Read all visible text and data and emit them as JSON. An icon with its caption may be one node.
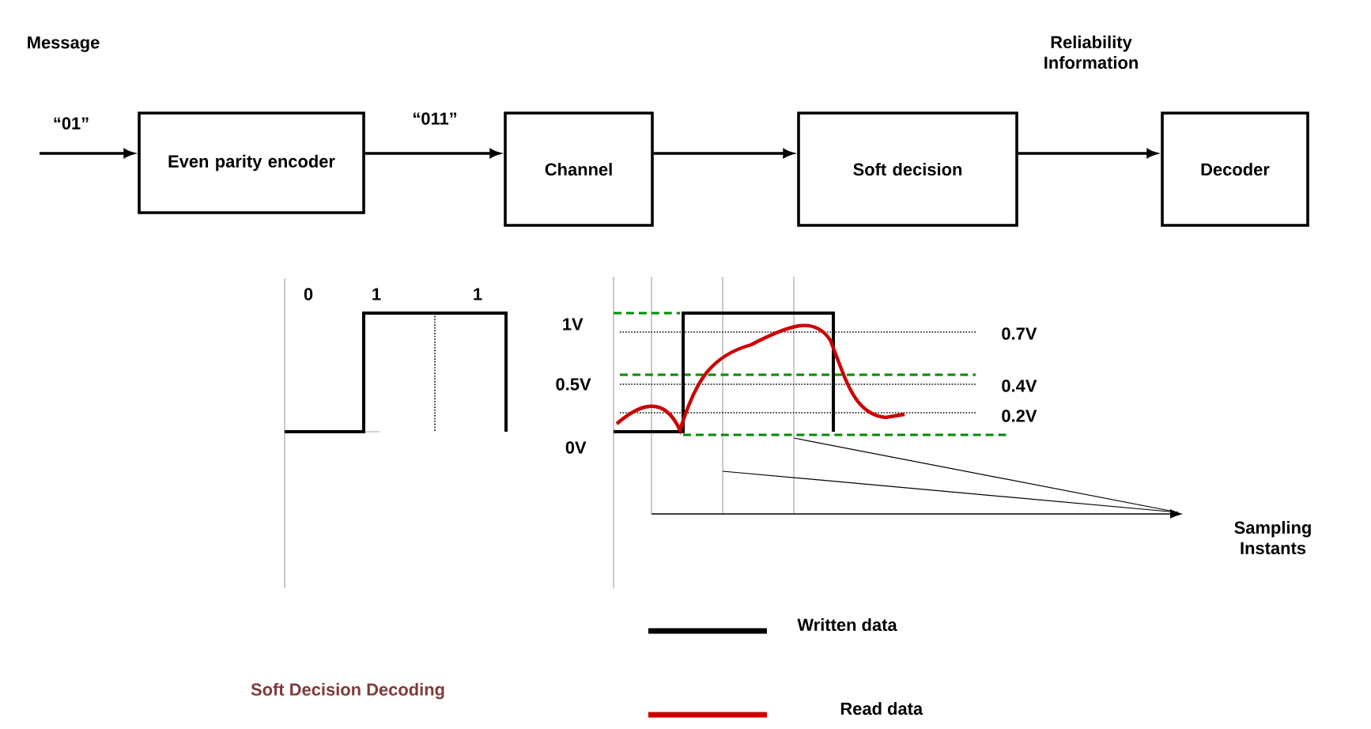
{
  "diagram": {
    "caption": "Soft Decision Decoding",
    "nodes": [
      {
        "text": [
          "Even parity encoder"
        ]
      },
      {
        "text": [
          "Channel"
        ]
      },
      {
        "text": [
          "Soft decision"
        ]
      },
      {
        "text": [
          "Decoder"
        ]
      }
    ],
    "edges": [
      {
        "from": null,
        "to": 0,
        "arrow": "to",
        "label": "“01”"
      },
      {
        "from": 0,
        "to": 1,
        "arrow": "to",
        "label": "“011”"
      },
      {
        "from": 1,
        "to": 2,
        "arrow": "to"
      },
      {
        "from": 2,
        "to": 3,
        "arrow": "to",
        "label": "Reliability Information"
      }
    ],
    "labels": [
      "Message",
      "0",
      "1",
      "1",
      "1V",
      "0.5V",
      "0V",
      "0.7V",
      "0.4V",
      "0.2V",
      "Sampling Instants"
    ],
    "legend": [
      {
        "text": "Written data"
      },
      {
        "text": "Read data"
      }
    ]
  }
}
